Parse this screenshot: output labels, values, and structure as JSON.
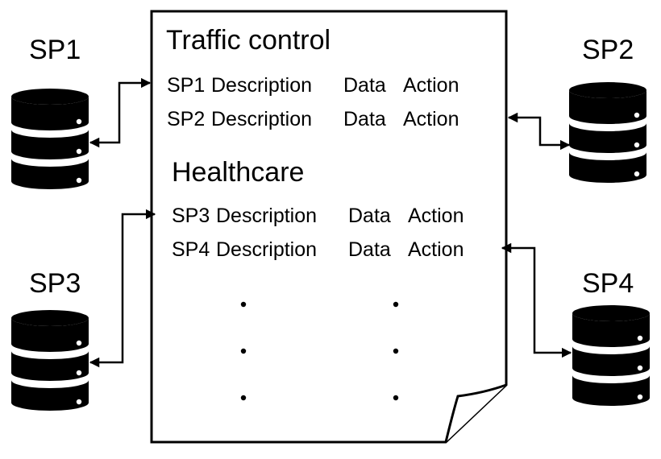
{
  "providers": [
    {
      "label": "SP1",
      "icon": "database-icon"
    },
    {
      "label": "SP2",
      "icon": "database-icon"
    },
    {
      "label": "SP3",
      "icon": "database-icon"
    },
    {
      "label": "SP4",
      "icon": "database-icon"
    }
  ],
  "document": {
    "icon": "document-icon",
    "sections": [
      {
        "title": "Traffic control",
        "rows": [
          {
            "sp": "SP1",
            "col1": "Description",
            "col2": "Data",
            "col3": "Action"
          },
          {
            "sp": "SP2",
            "col1": "Description",
            "col2": "Data",
            "col3": "Action"
          }
        ]
      },
      {
        "title": "Healthcare",
        "rows": [
          {
            "sp": "SP3",
            "col1": "Description",
            "col2": "Data",
            "col3": "Action"
          },
          {
            "sp": "SP4",
            "col1": "Description",
            "col2": "Data",
            "col3": "Action"
          }
        ]
      }
    ]
  }
}
